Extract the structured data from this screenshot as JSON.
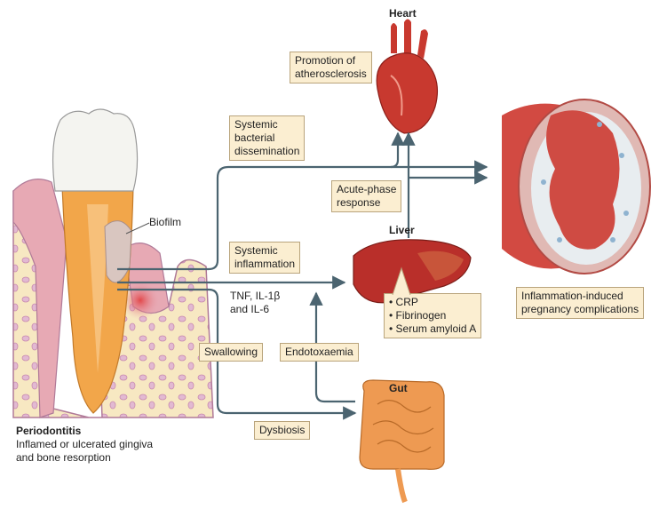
{
  "labels": {
    "heart": "Heart",
    "liver": "Liver",
    "gut": "Gut",
    "biofilm": "Biofilm",
    "tnf_line1": "TNF, IL-1β",
    "tnf_line2": "and IL-6",
    "periodontitis_title": "Periodontitis",
    "periodontitis_line1": "Inflamed or ulcerated gingiva",
    "periodontitis_line2": "and bone resorption"
  },
  "boxes": {
    "atherosclerosis": [
      "Promotion of",
      "atherosclerosis"
    ],
    "systemic_bacterial": [
      "Systemic",
      "bacterial",
      "dissemination"
    ],
    "acute_phase": [
      "Acute-phase",
      "response"
    ],
    "systemic_inflammation": [
      "Systemic",
      "inflammation"
    ],
    "acute_phase_proteins": [
      "CRP",
      "Fibrinogen",
      "Serum amyloid A"
    ],
    "swallowing": "Swallowing",
    "endotoxaemia": "Endotoxaemia",
    "dysbiosis": "Dysbiosis",
    "pregnancy": [
      "Inflammation-induced",
      "pregnancy complications"
    ]
  },
  "colors": {
    "arrow": "#4b6470",
    "box_fill": "#fbeed1",
    "box_border": "#b9a47c",
    "organ_red": "#c8392f",
    "liver_red": "#b92f2a",
    "gut_orange": "#ee9a52",
    "enamel": "#f4f4f0",
    "dentin": "#f2a64a",
    "gingiva": "#e7a9b4",
    "bone": "#f7e8c2"
  }
}
